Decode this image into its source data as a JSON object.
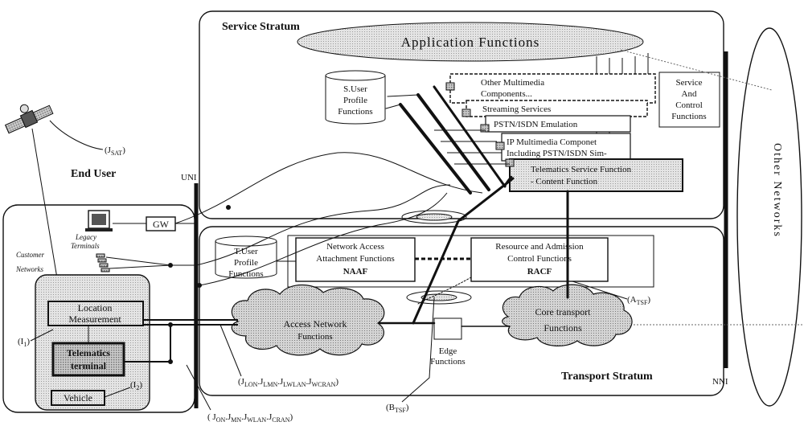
{
  "service_stratum": {
    "title": "Service Stratum",
    "app_functions": "Application Functions",
    "s_user_profile": [
      "S.User",
      "Profile",
      "Functions"
    ],
    "other_multimedia": [
      "Other Multimedia",
      "Components..."
    ],
    "streaming": "Streaming Services",
    "pstn": "PSTN/ISDN Emulation",
    "ims": [
      "IP Multimedia Componet",
      "Including PSTN/ISDN Sim-"
    ],
    "telematics": [
      "Telematics Service Function",
      "- Content Function"
    ],
    "service_control": [
      "Service",
      "And",
      "Control",
      "Functions"
    ]
  },
  "other_networks": "Other Networks",
  "uni": "UNI",
  "nni": "NNI",
  "end_user": {
    "title": "End User",
    "legacy": [
      "Legacy",
      "Terminals"
    ],
    "gw": "GW",
    "customer_networks": [
      "Customer",
      "Networks"
    ],
    "location": [
      "Location",
      "Measurement"
    ],
    "telematics_terminal": [
      "Telematics",
      "terminal"
    ],
    "vehicle": "Vehicle",
    "i1": "(I",
    "i1_sub": "1",
    "i2": "(I",
    "i2_sub": "2",
    "jsat": "(J",
    "jsat_sub": "SAT",
    "close": ")"
  },
  "transport_stratum": {
    "title": "Transport Stratum",
    "t_user_profile": [
      "T.User",
      "Profile",
      "Functions"
    ],
    "naaf": [
      "Network Access",
      "Attachment Functions",
      "NAAF"
    ],
    "racf": [
      "Resource and Admission",
      "Control Functions",
      "RACF"
    ],
    "access_network": [
      "Access Network",
      "Functions"
    ],
    "edge": [
      "Edge",
      "Functions"
    ],
    "core": [
      "Core transport",
      "Functions"
    ]
  },
  "ref_points": {
    "atsf": "(A",
    "atsf_sub": "TSF",
    "btsf": "(B",
    "btsf_sub": "TSF",
    "jl_parts": [
      "(J",
      "LON",
      ".J",
      "LMN",
      ".J",
      "LWLAN",
      ".J",
      "WCRAN",
      ")"
    ],
    "jo_parts": [
      "( J",
      "ON",
      ".J",
      "MN",
      ".J",
      "WLAN",
      ".J",
      "CRAN",
      ")"
    ]
  }
}
